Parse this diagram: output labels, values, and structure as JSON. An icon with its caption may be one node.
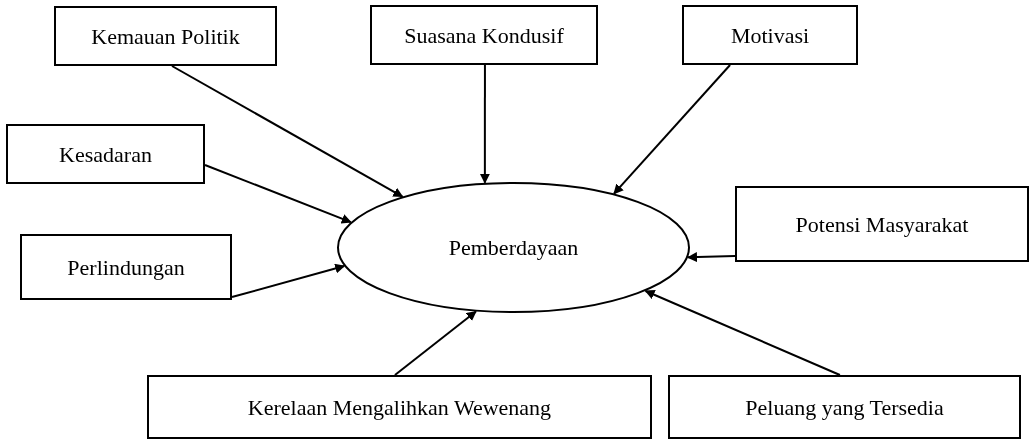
{
  "diagram": {
    "nodes": [
      {
        "text": [
          "Kemauan Politik"
        ]
      },
      {
        "text": [
          "Suasana Kondusif"
        ]
      },
      {
        "text": [
          "Motivasi"
        ]
      },
      {
        "text": [
          "Kesadaran"
        ]
      },
      {
        "text": [
          "Pemberdayaan"
        ]
      },
      {
        "text": [
          "Potensi Masyarakat"
        ]
      },
      {
        "text": [
          "Perlindungan"
        ]
      },
      {
        "text": [
          "Kerelaan Mengalihkan Wewenang"
        ]
      },
      {
        "text": [
          "Peluang yang Tersedia"
        ]
      }
    ],
    "edges": [
      {
        "from": 0,
        "to": 4,
        "arrow": "to"
      },
      {
        "from": 1,
        "to": 4,
        "arrow": "to"
      },
      {
        "from": 2,
        "to": 4,
        "arrow": "to"
      },
      {
        "from": 3,
        "to": 4,
        "arrow": "to"
      },
      {
        "from": 5,
        "to": 4,
        "arrow": "to"
      },
      {
        "from": 6,
        "to": 4,
        "arrow": "to"
      },
      {
        "from": 7,
        "to": 4,
        "arrow": "to"
      },
      {
        "from": 8,
        "to": 4,
        "arrow": "to"
      }
    ]
  }
}
